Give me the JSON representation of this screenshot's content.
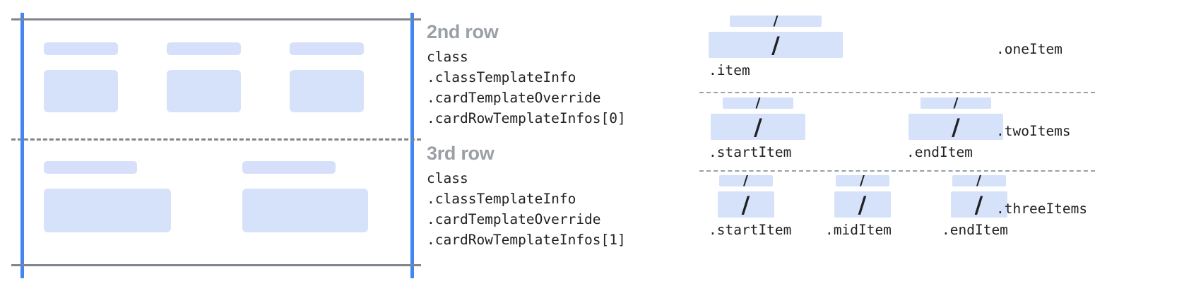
{
  "left_panel": {
    "guides": {
      "vertical_line_color": "#4285f4",
      "horizontal_line_color": "#80868b",
      "dashed_divider_color": "#80868b"
    },
    "skeleton_color_bar": "#d6e0fa",
    "skeleton_color_card": "#d6e2fa",
    "row_groups": [
      {
        "name": "2nd row",
        "columns": [
          {
            "bar": "",
            "card": ""
          },
          {
            "bar": "",
            "card": ""
          },
          {
            "bar": "",
            "card": ""
          }
        ]
      },
      {
        "name": "3rd row",
        "columns": [
          {
            "bar": "",
            "card": ""
          },
          {
            "bar": "",
            "card": ""
          }
        ]
      }
    ]
  },
  "descriptors": [
    {
      "title": "2nd row",
      "code_lines": [
        "class",
        ".classTemplateInfo",
        ".cardTemplateOverride",
        ".cardRowTemplateInfos[0]"
      ]
    },
    {
      "title": "3rd row",
      "code_lines": [
        "class",
        ".classTemplateInfo",
        ".cardTemplateOverride",
        ".cardRowTemplateInfos[1]"
      ]
    }
  ],
  "variants": [
    {
      "label": ".oneItem",
      "slash_glyph": "/",
      "items": [
        {
          "label": ".item"
        }
      ]
    },
    {
      "label": ".twoItems",
      "slash_glyph": "/",
      "items": [
        {
          "label": ".startItem"
        },
        {
          "label": ".endItem"
        }
      ]
    },
    {
      "label": ".threeItems",
      "slash_glyph": "/",
      "items": [
        {
          "label": ".startItem"
        },
        {
          "label": ".midItem"
        },
        {
          "label": ".endItem"
        }
      ]
    }
  ]
}
